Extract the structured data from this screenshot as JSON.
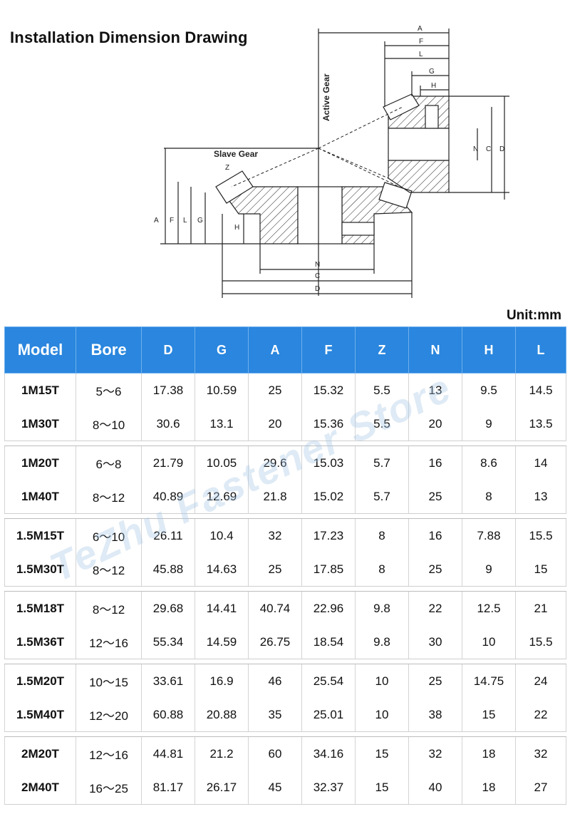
{
  "title": "Installation Dimension Drawing",
  "unit": "Unit:mm",
  "watermark": "TeZhu Fastener Store",
  "drawing": {
    "active_gear": "Active Gear",
    "slave_gear": "Slave Gear",
    "dims": {
      "A": "A",
      "F": "F",
      "L": "L",
      "G": "G",
      "H": "H",
      "N": "N",
      "C": "C",
      "D": "D",
      "Z": "Z"
    }
  },
  "table": {
    "headers": [
      "Model",
      "Bore",
      "D",
      "G",
      "A",
      "F",
      "Z",
      "N",
      "H",
      "L"
    ],
    "groups": [
      [
        [
          "1M15T",
          "5～6",
          "17.38",
          "10.59",
          "25",
          "15.32",
          "5.5",
          "13",
          "9.5",
          "14.5"
        ],
        [
          "1M30T",
          "8～10",
          "30.6",
          "13.1",
          "20",
          "15.36",
          "5.5",
          "20",
          "9",
          "13.5"
        ]
      ],
      [
        [
          "1M20T",
          "6～8",
          "21.79",
          "10.05",
          "29.6",
          "15.03",
          "5.7",
          "16",
          "8.6",
          "14"
        ],
        [
          "1M40T",
          "8～12",
          "40.89",
          "12.69",
          "21.8",
          "15.02",
          "5.7",
          "25",
          "8",
          "13"
        ]
      ],
      [
        [
          "1.5M15T",
          "6～10",
          "26.11",
          "10.4",
          "32",
          "17.23",
          "8",
          "16",
          "7.88",
          "15.5"
        ],
        [
          "1.5M30T",
          "8～12",
          "45.88",
          "14.63",
          "25",
          "17.85",
          "8",
          "25",
          "9",
          "15"
        ]
      ],
      [
        [
          "1.5M18T",
          "8～12",
          "29.68",
          "14.41",
          "40.74",
          "22.96",
          "9.8",
          "22",
          "12.5",
          "21"
        ],
        [
          "1.5M36T",
          "12～16",
          "55.34",
          "14.59",
          "26.75",
          "18.54",
          "9.8",
          "30",
          "10",
          "15.5"
        ]
      ],
      [
        [
          "1.5M20T",
          "10～15",
          "33.61",
          "16.9",
          "46",
          "25.54",
          "10",
          "25",
          "14.75",
          "24"
        ],
        [
          "1.5M40T",
          "12～20",
          "60.88",
          "20.88",
          "35",
          "25.01",
          "10",
          "38",
          "15",
          "22"
        ]
      ],
      [
        [
          "2M20T",
          "12～16",
          "44.81",
          "21.2",
          "60",
          "34.16",
          "15",
          "32",
          "18",
          "32"
        ],
        [
          "2M40T",
          "16～25",
          "81.17",
          "26.17",
          "45",
          "32.37",
          "15",
          "40",
          "18",
          "27"
        ]
      ]
    ]
  }
}
